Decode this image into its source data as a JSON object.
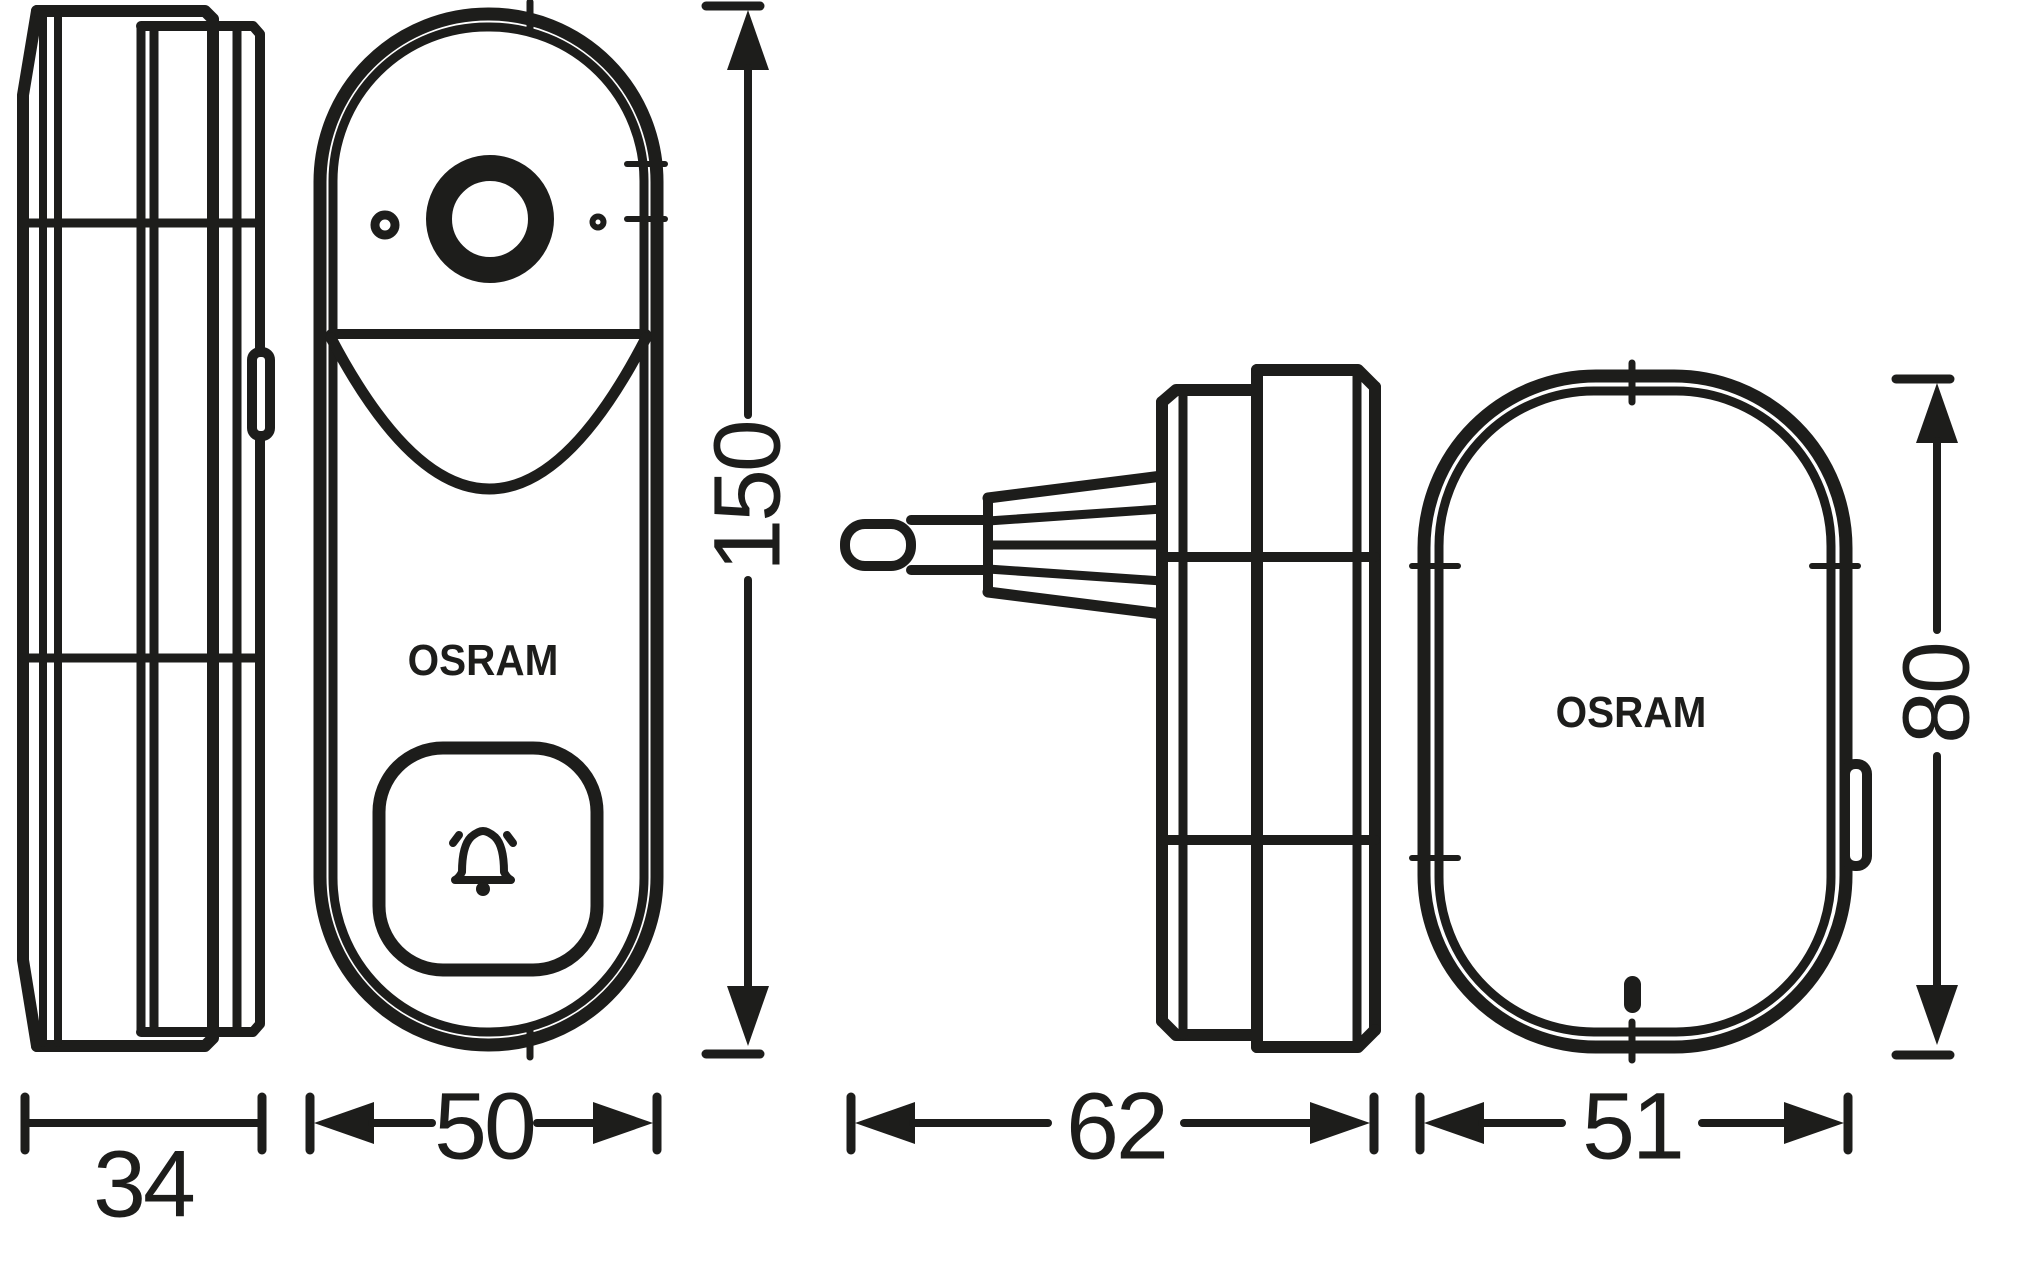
{
  "drawing": {
    "type": "technical-dimension-drawing",
    "subject": "smart video doorbell with plug-in chime",
    "colors": {
      "ink": "#1d1d1b",
      "background": "#ffffff"
    },
    "icons": [
      "bell-icon",
      "camera-lens-icon",
      "led-indicator-icon",
      "sensor-dot-icon",
      "microphone-hole-icon",
      "power-plug-pin-icon"
    ]
  },
  "logos": {
    "doorbell": "OSRAM",
    "chime": "OSRAM"
  },
  "dimensions": {
    "doorbell_depth": "34",
    "doorbell_width": "50",
    "doorbell_height": "150",
    "chime_depth": "62",
    "chime_width": "51",
    "chime_height": "80"
  }
}
